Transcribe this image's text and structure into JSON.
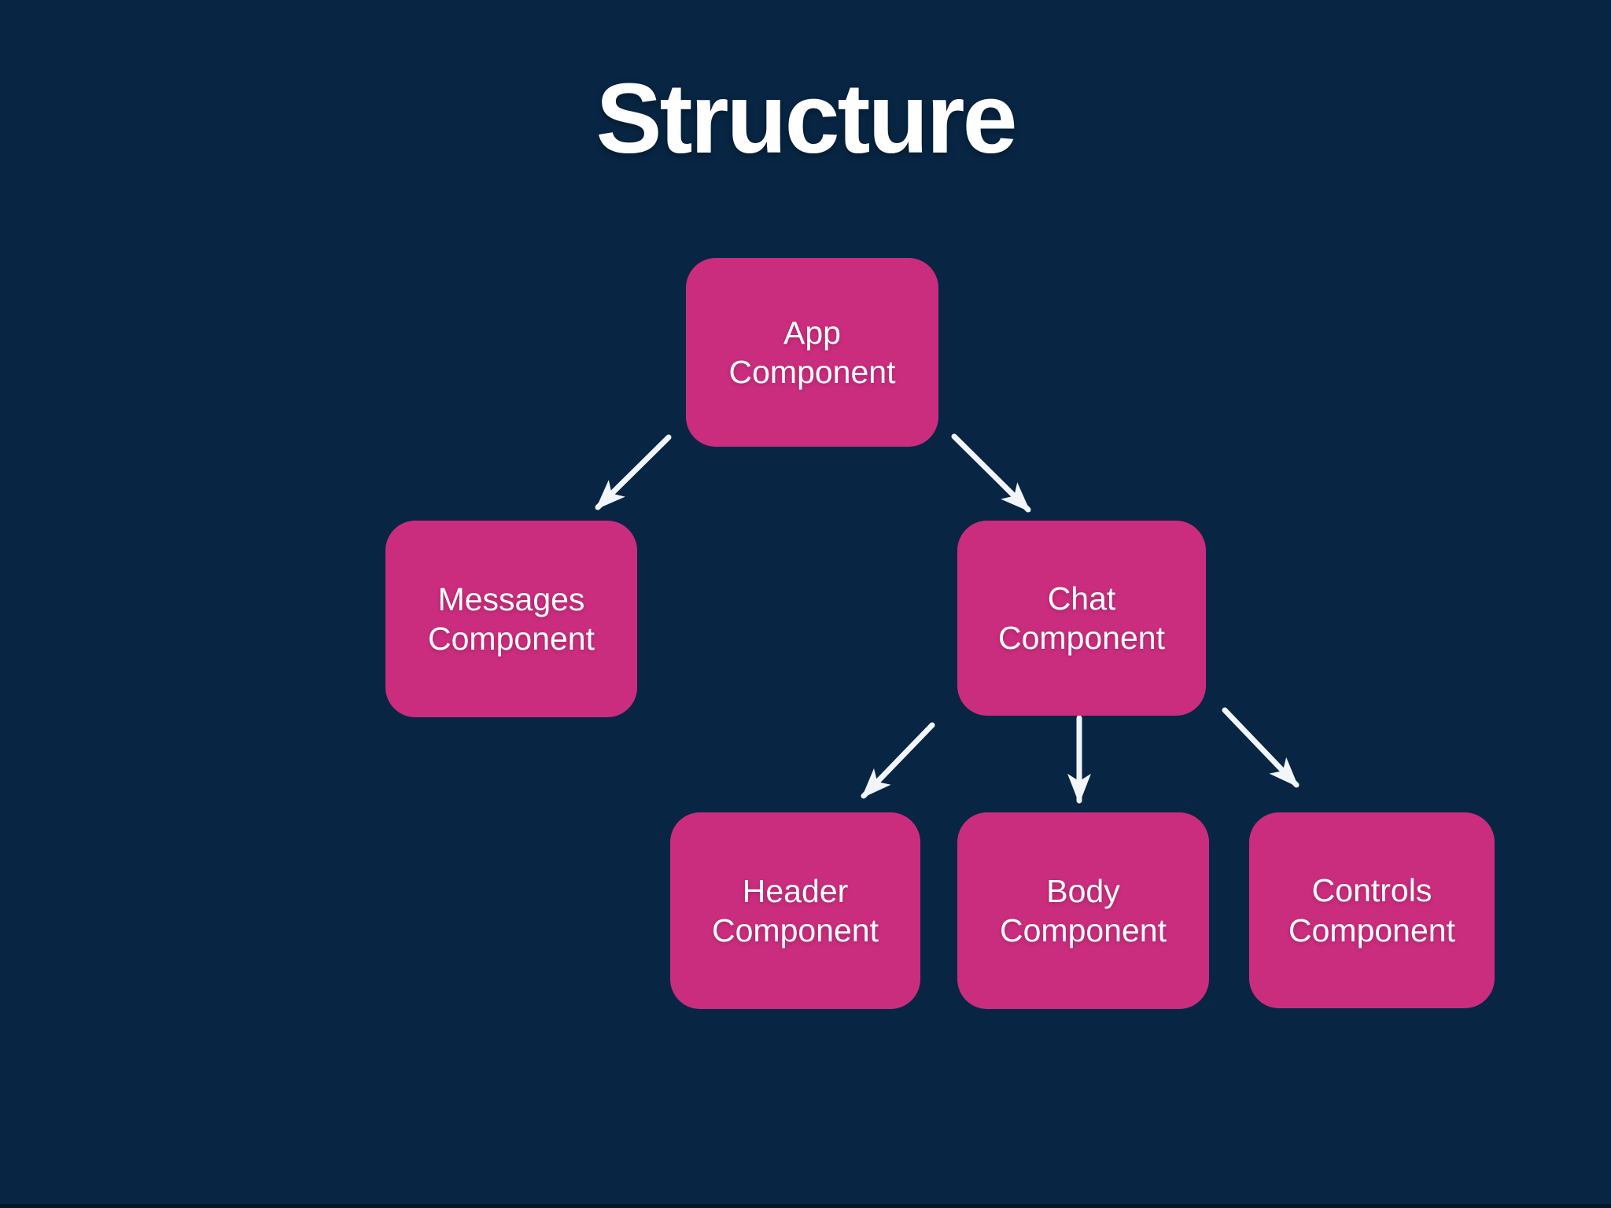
{
  "slide": {
    "title": "Structure"
  },
  "diagram": {
    "type": "component-tree",
    "node_fill": "#cb2d7e",
    "node_text_color": "#ffffff",
    "arrow_color": "#f2f6fa",
    "background_top_left": "#020a13",
    "background_bottom_right": "#0a4a72",
    "nodes": [
      {
        "id": "app",
        "label": "App Component"
      },
      {
        "id": "messages",
        "label": "Messages Component"
      },
      {
        "id": "chat",
        "label": "Chat Component"
      },
      {
        "id": "header",
        "label": "Header Component"
      },
      {
        "id": "body",
        "label": "Body Component"
      },
      {
        "id": "controls",
        "label": "Controls Component"
      }
    ],
    "edges": [
      {
        "from": "app",
        "to": "messages"
      },
      {
        "from": "app",
        "to": "chat"
      },
      {
        "from": "chat",
        "to": "header"
      },
      {
        "from": "chat",
        "to": "body"
      },
      {
        "from": "chat",
        "to": "controls"
      }
    ]
  }
}
